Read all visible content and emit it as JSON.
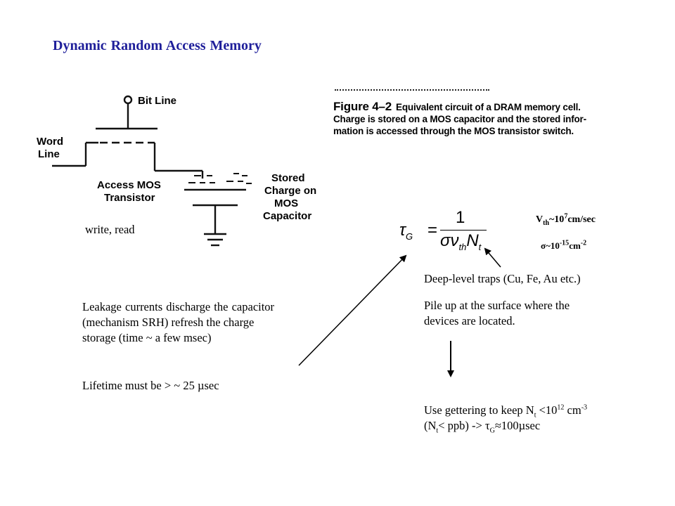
{
  "title": "Dynamic Random Access  Memory",
  "circuit": {
    "bit_line": "Bit Line",
    "word_line_1": "Word",
    "word_line_2": "Line",
    "transistor_1": "Access MOS",
    "transistor_2": "Transistor",
    "stored_1": "Stored",
    "stored_2": "Charge on",
    "stored_3": "MOS",
    "stored_4": "Capacitor"
  },
  "figure_caption": {
    "label": "Figure 4–2",
    "line1": "Equivalent circuit of a DRAM memory cell.",
    "line2": "Charge is stored on a MOS capacitor and the stored infor-",
    "line3": "mation is accessed through the MOS transistor switch."
  },
  "write_read": "write, read",
  "formula": {
    "lhs": "τ",
    "lhs_sub": "G",
    "numerator": "1",
    "den_sigma": "σν",
    "den_sub": "th",
    "den_n": "N",
    "den_n_sub": "t"
  },
  "vth": {
    "base": "V",
    "sub": "th",
    "mid": "~10",
    "sup": "7",
    "unit": "cm/sec"
  },
  "sigma": {
    "base": "σ~10",
    "sup1": "-15",
    "unit": "cm",
    "sup2": "-2"
  },
  "deep_level": "Deep-level traps (Cu, Fe, Au etc.)",
  "pile_up_1": "Pile up at the surface where the",
  "pile_up_2": "devices are located.",
  "leakage_1": "Leakage  currents  discharge the capacitor",
  "leakage_2": "(mechanism  SRH) refresh the charge",
  "leakage_3": "storage (time ~ a few msec)",
  "lifetime": "Lifetime must be > ~ 25 µsec",
  "gettering": {
    "l1_a": "Use gettering to keep N",
    "l1_sub": "t",
    "l1_b": " <10",
    "l1_sup": "12",
    "l1_c": " cm",
    "l1_sup2": "-3",
    "l2_a": "(N",
    "l2_sub": "t",
    "l2_b": "< ppb) -> ",
    "l2_tau": "τ",
    "l2_tau_sub": "G",
    "l2_c": "≈100µsec"
  }
}
